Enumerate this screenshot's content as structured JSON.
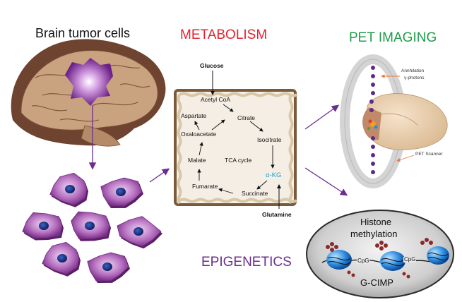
{
  "colors": {
    "metabolism": "#e3232e",
    "pet": "#1e9c4a",
    "epigenetics": "#6b2d8f",
    "arrow": "#6b2d8f",
    "akg": "#1a9fd8",
    "box_border": "#7a5a3a",
    "brain": "#c89a7a",
    "tumor": "#7b2a8f",
    "cell": "#9b4aa3",
    "nucleus": "#1e3a8a"
  },
  "titles": {
    "brain": "Brain tumor cells",
    "metabolism": "METABOLISM",
    "pet": "PET IMAGING",
    "epigenetics": "EPIGENETICS"
  },
  "tca": {
    "glucose": "Glucose",
    "acetyl_coa": "Acetyl CoA",
    "citrate": "Citrate",
    "isocitrate": "Isocitrate",
    "akg": "α-KG",
    "succinate": "Succinate",
    "fumarate": "Fumarate",
    "malate": "Malate",
    "oxaloacetate": "Oxaloacetate",
    "aspartate": "Aspartate",
    "cycle": "TCA cycle",
    "glutamine": "Glutamine"
  },
  "pet": {
    "annihilation": "Annhilation",
    "photons": "γ-photons",
    "scanner": "PET Scanner"
  },
  "epi": {
    "histone": "Histone",
    "methylation": "methylation",
    "cpg1": "CpG",
    "cpg2": "CpG",
    "gcimp": "G-CIMP"
  }
}
